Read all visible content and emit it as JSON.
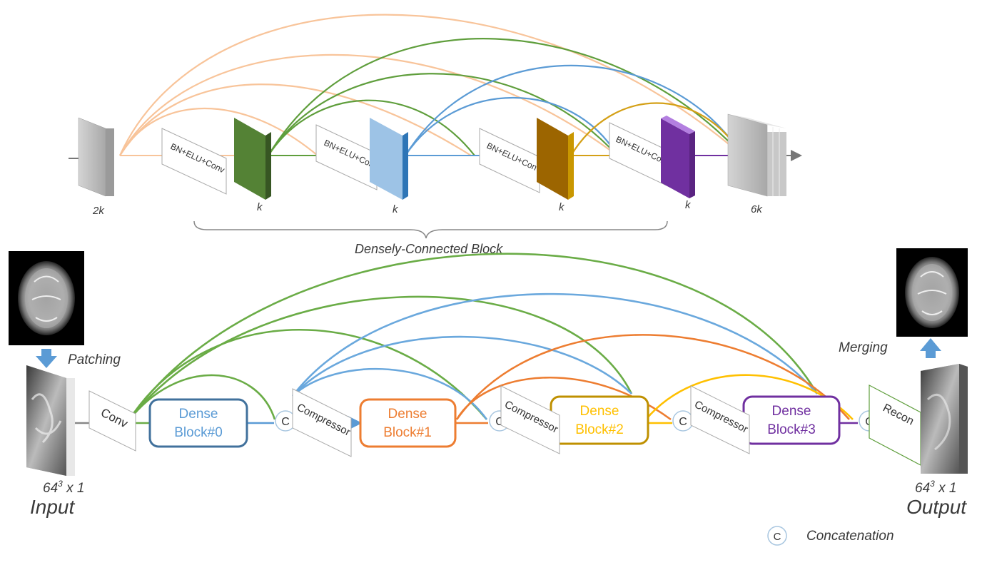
{
  "top_block": {
    "input_size": "2k",
    "output_size": "6k",
    "layer_label": "BN+ELU+Conv",
    "growth": "k",
    "brace_label": "Densely-Connected Block"
  },
  "pipeline": {
    "input_caption": "Input",
    "input_dims": "64",
    "input_dims_sup": "3",
    "input_dims_tail": " x 1",
    "output_caption": "Output",
    "output_dims": "64",
    "output_dims_sup": "3",
    "output_dims_tail": " x 1",
    "patching": "Patching",
    "merging": "Merging",
    "conv": "Conv",
    "recon": "Recon",
    "compressor": "Compressor",
    "concat_symbol": "C",
    "dense_word": "Dense",
    "blocks": [
      "Block#0",
      "Block#1",
      "Block#2",
      "Block#3"
    ]
  },
  "legend": {
    "symbol": "C",
    "label": "Concatenation"
  },
  "colors": {
    "green": "#5f9e3c",
    "blue": "#5b9bd5",
    "orange": "#ed7d31",
    "gold": "#ffc000",
    "purple": "#7030a0",
    "peach": "#f8c49a",
    "block0_border": "#41719c",
    "block0_text": "#5b9bd5",
    "block1": "#ed7d31",
    "block2_border": "#bf9000",
    "block2_text": "#ffc000",
    "block3": "#7030a0"
  }
}
